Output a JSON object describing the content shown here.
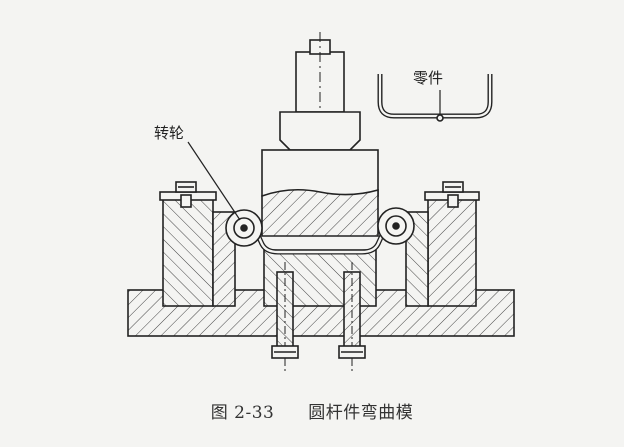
{
  "labels": {
    "wheel": "转轮",
    "part": "零件"
  },
  "caption": {
    "number": "图 2-33",
    "title": "圆杆件弯曲模"
  }
}
